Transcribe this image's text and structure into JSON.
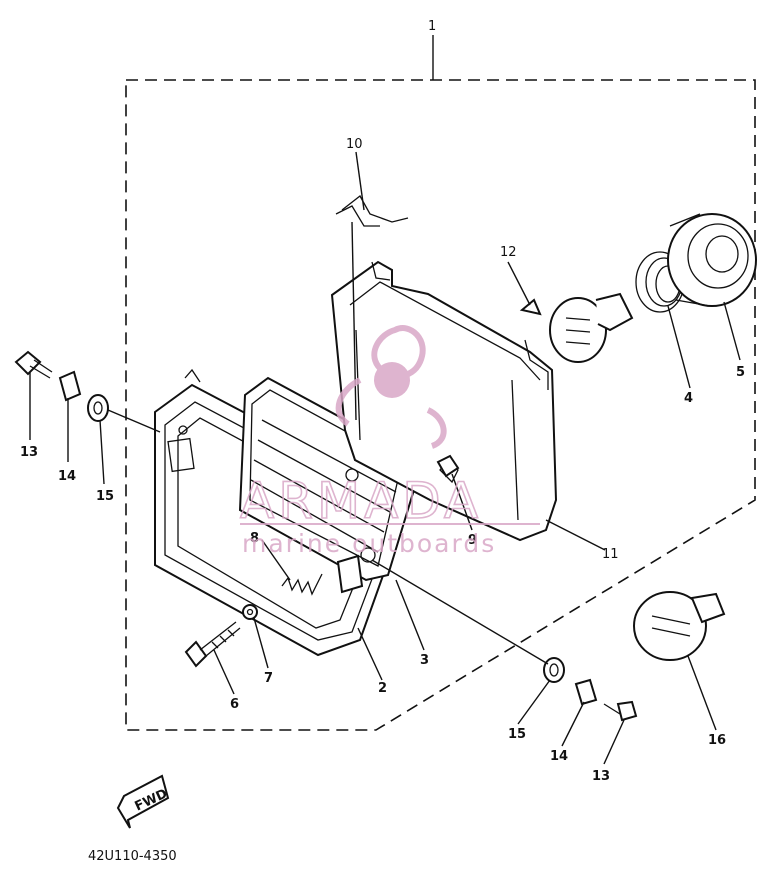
{
  "assembly_label": "1",
  "callouts": {
    "p2": "2",
    "p3": "3",
    "p4": "4",
    "p5": "5",
    "p6": "6",
    "p7": "7",
    "p8": "8",
    "p9": "9",
    "p10": "10",
    "p11": "11",
    "p12": "12",
    "p13_left": "13",
    "p14_left": "14",
    "p15_left": "15",
    "p13_right": "13",
    "p14_right": "14",
    "p15_right": "15",
    "p16": "16"
  },
  "direction_tag": "FWD",
  "diagram_code": "42U110-4350",
  "watermark": {
    "brand": "ARMADA",
    "tagline": "marine outboards",
    "color": "#d9a7c7"
  }
}
